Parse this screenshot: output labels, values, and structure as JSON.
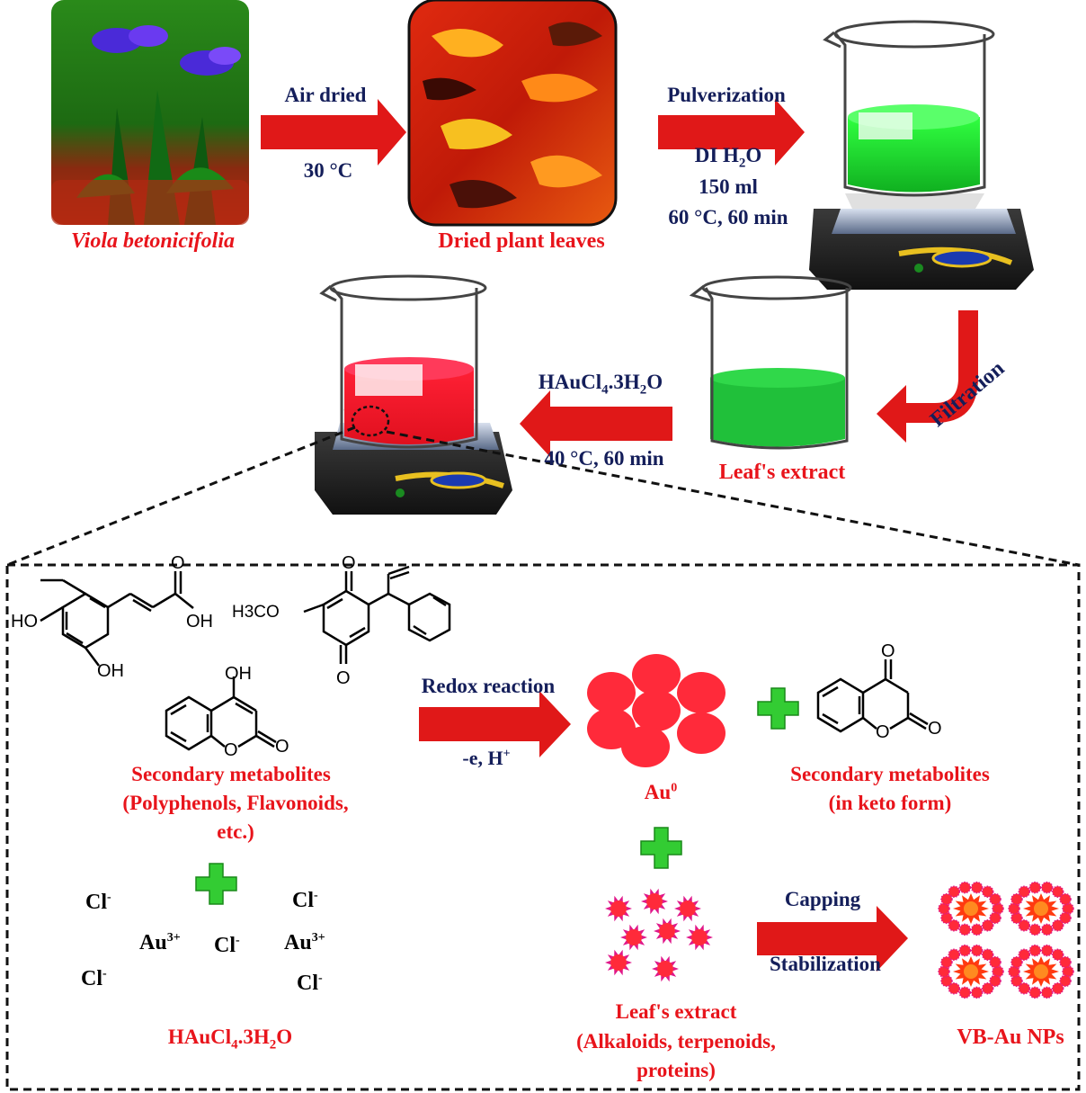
{
  "colors": {
    "arrow_red": "#e01818",
    "label_red": "#e8141b",
    "label_navy": "#141e5a",
    "plus_green": "#33cc33",
    "extract_green": "#22c43a",
    "solution_red": "#ff2030",
    "nanoparticle_red": "#ff2a3a",
    "capping_magenta": "#e0188a"
  },
  "top_row": {
    "plant_label": "Viola betonicifolia",
    "arrow1_top": "Air dried",
    "arrow1_bottom": "30 °C",
    "leaves_label": "Dried plant leaves",
    "arrow2_top": "Pulverization",
    "arrow2_line1_a": "DI H",
    "arrow2_line1_sub": "2",
    "arrow2_line1_b": "O",
    "arrow2_line2": "150 ml",
    "arrow2_line3": "60 °C, 60 min"
  },
  "middle_row": {
    "filtration": "Filtration",
    "extract_label": "Leaf's extract",
    "arrow3_top_a": "HAuCl",
    "arrow3_top_sub1": "4",
    "arrow3_top_b": ".3H",
    "arrow3_top_sub2": "2",
    "arrow3_top_c": "O",
    "arrow3_bottom": "40 °C, 60 min"
  },
  "mechanism": {
    "h3co": "H3CO",
    "oh": "OH",
    "ho": "HO",
    "o": "O",
    "redox_top": "Redox reaction",
    "redox_bottom_a": "-e, H",
    "redox_bottom_sup": "+",
    "au0_a": "Au",
    "au0_sup": "0",
    "sec_met_left_1": "Secondary metabolites",
    "sec_met_left_2": "(Polyphenols, Flavonoids,",
    "sec_met_left_3": "etc.)",
    "sec_met_right_1": "Secondary metabolites",
    "sec_met_right_2": "(in keto form)",
    "cl": "Cl",
    "cl_sup": "-",
    "au3": "Au",
    "au3_sup": "3+",
    "haucl_a": "HAuCl",
    "haucl_sub1": "4",
    "haucl_b": ".3H",
    "haucl_sub2": "2",
    "haucl_c": "O",
    "capping": "Capping",
    "stabilization": "Stabilization",
    "extract_1": "Leaf's extract",
    "extract_2": "(Alkaloids, terpenoids,",
    "extract_3": "proteins)",
    "product": "VB-Au NPs"
  }
}
